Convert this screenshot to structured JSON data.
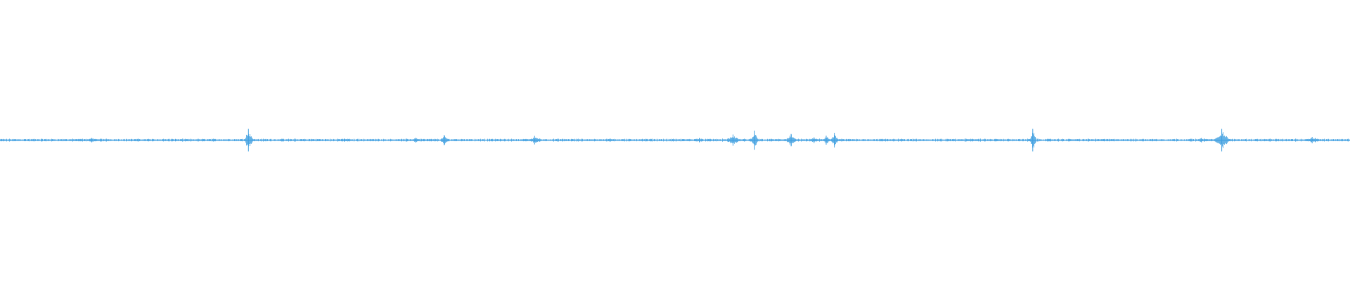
{
  "waveform": {
    "color": "#3f9fe0",
    "background": "#ffffff",
    "events": [
      {
        "t": 0.068,
        "amp": 0.2,
        "width": 0.012
      },
      {
        "t": 0.13,
        "amp": 0.1,
        "width": 0.01
      },
      {
        "t": 0.184,
        "amp": 1.0,
        "width": 0.004
      },
      {
        "t": 0.255,
        "amp": 0.15,
        "width": 0.014
      },
      {
        "t": 0.308,
        "amp": 0.22,
        "width": 0.006
      },
      {
        "t": 0.329,
        "amp": 0.45,
        "width": 0.004
      },
      {
        "t": 0.396,
        "amp": 0.38,
        "width": 0.006
      },
      {
        "t": 0.452,
        "amp": 0.15,
        "width": 0.014
      },
      {
        "t": 0.518,
        "amp": 0.2,
        "width": 0.004
      },
      {
        "t": 0.543,
        "amp": 0.5,
        "width": 0.006
      },
      {
        "t": 0.559,
        "amp": 0.85,
        "width": 0.003
      },
      {
        "t": 0.586,
        "amp": 0.55,
        "width": 0.005
      },
      {
        "t": 0.603,
        "amp": 0.25,
        "width": 0.006
      },
      {
        "t": 0.612,
        "amp": 0.4,
        "width": 0.003
      },
      {
        "t": 0.618,
        "amp": 0.65,
        "width": 0.003
      },
      {
        "t": 0.662,
        "amp": 0.12,
        "width": 0.01
      },
      {
        "t": 0.715,
        "amp": 0.15,
        "width": 0.01
      },
      {
        "t": 0.765,
        "amp": 1.0,
        "width": 0.003
      },
      {
        "t": 0.82,
        "amp": 0.1,
        "width": 0.01
      },
      {
        "t": 0.89,
        "amp": 0.2,
        "width": 0.008
      },
      {
        "t": 0.905,
        "amp": 1.0,
        "width": 0.006
      },
      {
        "t": 0.972,
        "amp": 0.28,
        "width": 0.01
      }
    ]
  }
}
